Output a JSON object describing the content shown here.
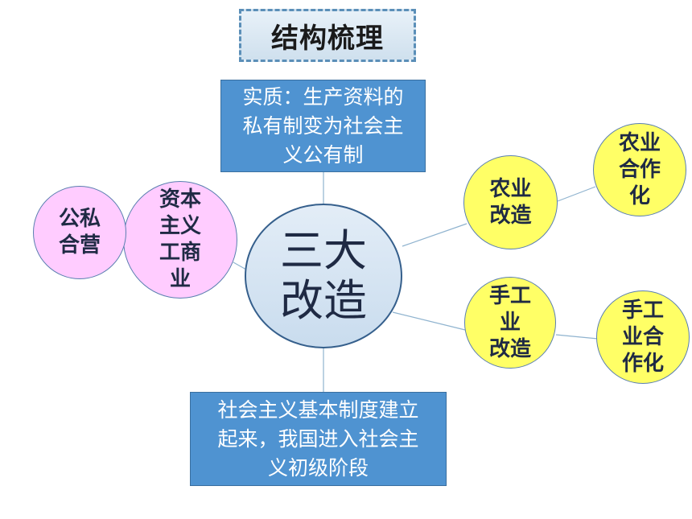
{
  "title": "结构梳理",
  "center": "三大\n改造",
  "top_box": "实质：生产资料的\n私有制变为社会主\n义公有制",
  "bottom_box": "社会主义基本制度建立\n起来，我国进入社会主\n义初级阶段",
  "left_inner": "资本\n主义\n工商\n业",
  "left_outer": "公私\n合营",
  "right_top_inner": "农业\n改造",
  "right_top_outer": "农业\n合作\n化",
  "right_bottom_inner": "手工\n业\n改造",
  "right_bottom_outer": "手工\n业合\n作化",
  "colors": {
    "box_blue": "#4f93d1",
    "yellow": "#ffff66",
    "pink": "#ffccff",
    "center_fill": "#d4e3f1",
    "line": "#8fb3cf"
  }
}
